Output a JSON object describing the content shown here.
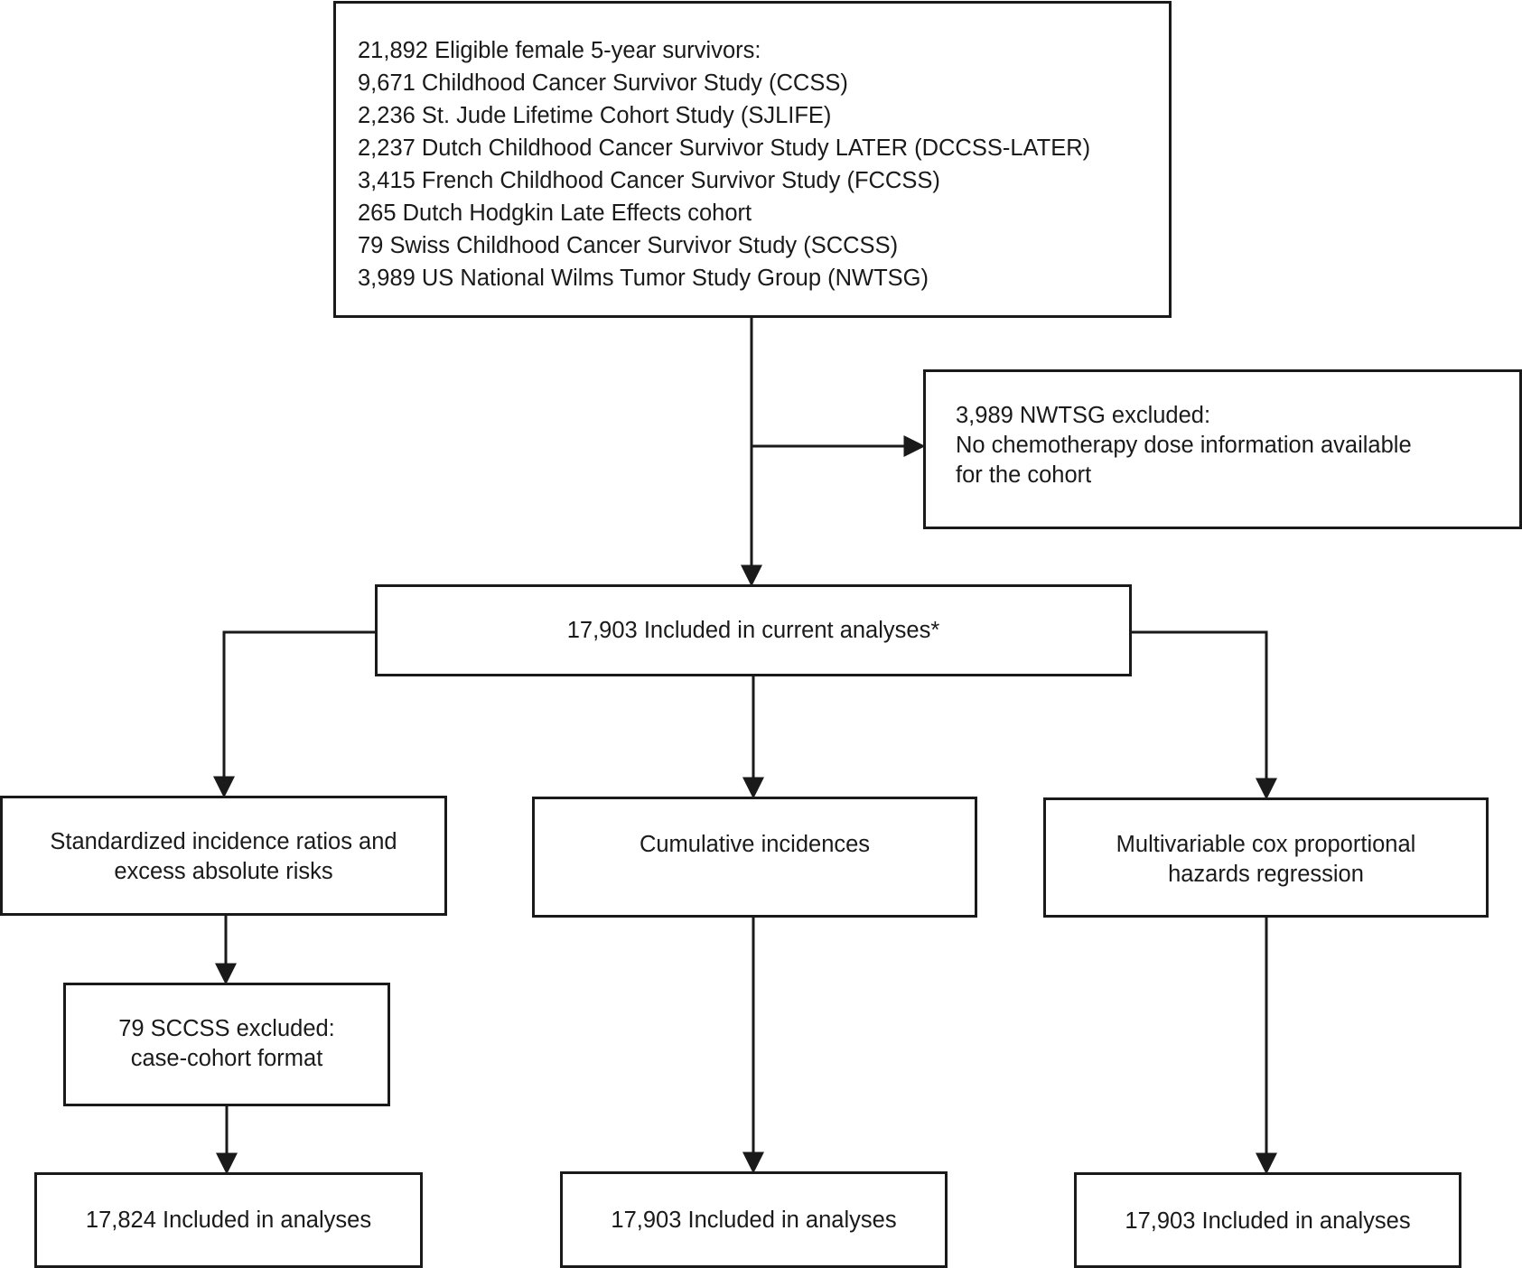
{
  "eligible": {
    "lines": [
      "21,892 Eligible female 5-year survivors:",
      "9,671 Childhood Cancer Survivor Study (CCSS)",
      "2,236 St. Jude Lifetime Cohort Study (SJLIFE)",
      "2,237 Dutch Childhood Cancer Survivor Study LATER (DCCSS-LATER)",
      "3,415 French Childhood Cancer Survivor Study (FCCSS)",
      "265 Dutch Hodgkin Late Effects cohort",
      "79 Swiss Childhood Cancer Survivor Study (SCCSS)",
      "3,989 US National Wilms Tumor Study Group (NWTSG)"
    ]
  },
  "exclusion_nwtsg": {
    "lines": [
      "3,989 NWTSG excluded:",
      "No chemotherapy dose information available",
      "for the cohort"
    ]
  },
  "included_current": "17,903 Included in current analyses*",
  "analyses": {
    "sir": {
      "lines": [
        "Standardized incidence ratios and",
        "excess absolute risks"
      ]
    },
    "cumulative": {
      "lines": [
        "Cumulative incidences"
      ]
    },
    "cox": {
      "lines": [
        "Multivariable cox proportional",
        "hazards regression"
      ]
    }
  },
  "exclusion_sccss": {
    "lines": [
      "79 SCCSS excluded:",
      "case-cohort format"
    ]
  },
  "results": {
    "sir": "17,824 Included in analyses",
    "cumulative": "17,903 Included in analyses",
    "cox": "17,903 Included in analyses"
  }
}
